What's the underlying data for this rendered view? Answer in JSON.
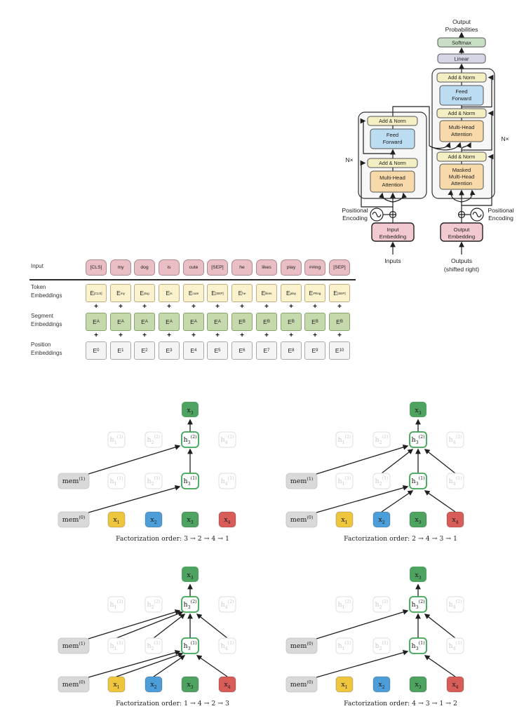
{
  "transformer": {
    "output_probabilities": [
      "Output",
      "Probabilities"
    ],
    "softmax": "Softmax",
    "linear": "Linear",
    "add_norm": "Add & Norm",
    "feed_forward": [
      "Feed",
      "Forward"
    ],
    "multi_head_attention": [
      "Multi-Head",
      "Attention"
    ],
    "masked_multi_head_attention": [
      "Masked",
      "Multi-Head",
      "Attention"
    ],
    "n_times_left": "N×",
    "n_times_right": "N×",
    "positional_encoding_left": [
      "Positional",
      "Encoding"
    ],
    "positional_encoding_right": [
      "Positional",
      "Encoding"
    ],
    "input_embedding": [
      "Input",
      "Embedding"
    ],
    "output_embedding": [
      "Output",
      "Embedding"
    ],
    "inputs": "Inputs",
    "outputs": [
      "Outputs",
      "(shifted right)"
    ],
    "colors": {
      "softmax": "#c9dfc5",
      "linear": "#d5d6e6",
      "add_norm": "#f3efc3",
      "feed_forward": "#bcdcf1",
      "attention": "#f8d9a9",
      "embedding": "#f3c9d1",
      "block_bg": "#f7f7f8"
    }
  },
  "bert": {
    "row_labels": {
      "input": "Input",
      "token": "Token\nEmbeddings",
      "segment": "Segment\nEmbeddings",
      "position": "Position\nEmbeddings"
    },
    "e": "E",
    "plus": "+",
    "tokens": [
      "[CLS]",
      "my",
      "dog",
      "is",
      "cute",
      "[SEP]",
      "he",
      "likes",
      "play",
      "##ing",
      "[SEP]"
    ],
    "segment_subs": [
      "A",
      "A",
      "A",
      "A",
      "A",
      "A",
      "B",
      "B",
      "B",
      "B",
      "B"
    ],
    "position_subs": [
      "0",
      "1",
      "2",
      "3",
      "4",
      "5",
      "6",
      "7",
      "8",
      "9",
      "10"
    ],
    "colors": {
      "input": "#e9bfc5",
      "token": "#faf1cd",
      "segment": "#c5d9ac",
      "position": "#f4f4f4"
    }
  },
  "xlnet": {
    "captions": [
      "Factorization order: 3 → 2 → 4 → 1",
      "Factorization order: 2 → 4 → 3 → 1",
      "Factorization order: 1 → 4 → 2 → 3",
      "Factorization order: 4 → 3 → 1 → 2"
    ],
    "h": "h",
    "x": "x",
    "mem": "mem",
    "subs": [
      "1",
      "2",
      "3",
      "4"
    ],
    "sup_layer1": "(1)",
    "sup_layer2": "(2)",
    "mem_sups": [
      [
        "(1)",
        "(0)"
      ],
      [
        "(1)",
        "(0)"
      ],
      [
        "(1)",
        "(0)"
      ],
      [
        "(0)",
        "(0)"
      ]
    ],
    "colors": {
      "x1": "#eec63d",
      "x2": "#4d9ed8",
      "x3": "#4fa361",
      "x4": "#d85c57",
      "mem": "#d9d9d9",
      "highlight": "#3da553"
    }
  }
}
